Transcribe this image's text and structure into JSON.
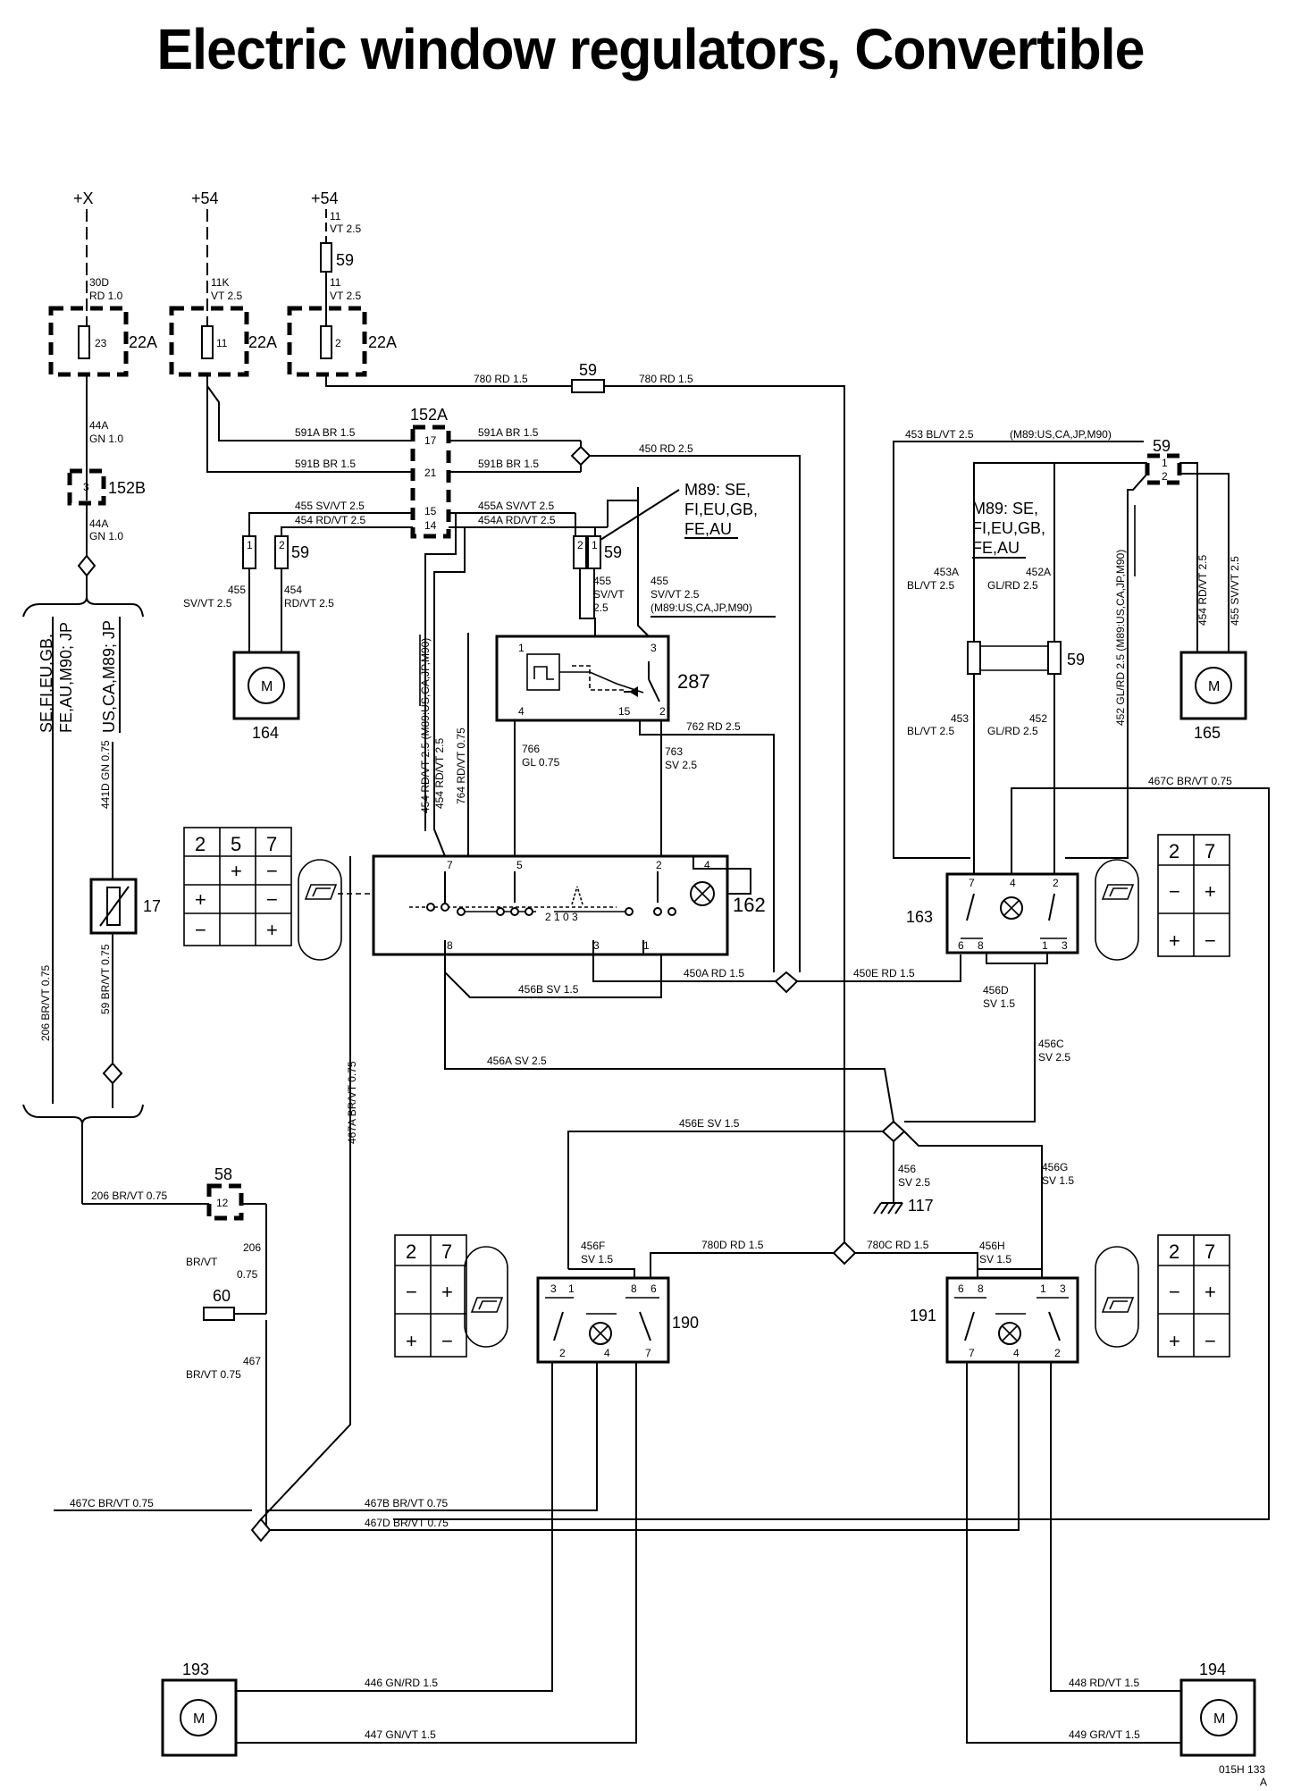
{
  "title": "Electric window regulators, Convertible",
  "supplies": {
    "x": "+X",
    "s54a": "+54",
    "s54b": "+54"
  },
  "fuses": {
    "f23": {
      "num": "23",
      "ref": "22A",
      "in": "30D",
      "in_spec": "RD 1.0"
    },
    "f11": {
      "num": "11",
      "ref": "22A",
      "in": "11K",
      "in_spec": "VT 2.5"
    },
    "f2": {
      "num": "2",
      "ref": "22A",
      "in": "11",
      "in_spec": "VT 2.5",
      "top": "11",
      "top_spec": "VT 2.5"
    }
  },
  "connectors": {
    "c59": "59",
    "c152a": "152A",
    "c152b": "152B",
    "c152b_pin": "3",
    "c58": "58",
    "c58_pin": "12",
    "c60": "60"
  },
  "components": {
    "m164": "164",
    "m165": "165",
    "m193": "193",
    "m194": "194",
    "sw17": "17",
    "sw162": "162",
    "sw163": "163",
    "sw190": "190",
    "sw191": "191",
    "relay287": "287",
    "ground117": "117"
  },
  "motor_label": "M",
  "wires": {
    "w44a": "44A",
    "w44a_spec": "GN 1.0",
    "w44a2": "44A",
    "w44a2_spec": "GN 1.0",
    "w780": "780 RD 1.5",
    "w780b": "780 RD 1.5",
    "w591a": "591A BR 1.5",
    "w591a2": "591A BR 1.5",
    "w591b": "591B BR 1.5",
    "w591b2": "591B BR 1.5",
    "w450": "450 RD 2.5",
    "w455": "455 SV/VT 2.5",
    "w454": "454 RD/VT 2.5",
    "w455a": "455A SV/VT 2.5",
    "w454a": "454A RD/VT 2.5",
    "w455l": "455",
    "w455l_spec": "SV/VT 2.5",
    "w454l": "454",
    "w454l_spec": "RD/VT 2.5",
    "w455r": "455",
    "w455r_spec": "SV/VT",
    "w455r_spec2": "2.5",
    "w455m": "455",
    "w455m_spec": "SV/VT 2.5",
    "w455m_mkt": "(M89:US,CA,JP,M90)",
    "w453": "453 BL/VT 2.5",
    "w453_mkt": "(M89:US,CA,JP,M90)",
    "w453a": "453A",
    "w453a_spec": "BL/VT 2.5",
    "w452a": "452A",
    "w452a_spec": "GL/RD 2.5",
    "w453b": "453",
    "w453b_spec": "BL/VT 2.5",
    "w452b": "452",
    "w452b_spec": "GL/RD 2.5",
    "w452v": "452 GL/RD 2.5 (M89:US,CA,JP,M90)",
    "w454v": "454 RD/VT 2.5",
    "w455v": "455 SV/VT 2.5",
    "w454vl": "454 RD/VT 2.5 (M89:US,CA,JP,M90)",
    "w454vl2": "454 RD/VT 2.5",
    "w764": "764 RD/VT 0.75",
    "w766": "766",
    "w766_spec": "GL 0.75",
    "w762": "762 RD 2.5",
    "w763": "763",
    "w763_spec": "SV 2.5",
    "w467c_top": "467C BR/VT 0.75",
    "w450a": "450A RD 1.5",
    "w450e": "450E RD 1.5",
    "w456b": "456B SV 1.5",
    "w456d": "456D",
    "w456d_spec": "SV 1.5",
    "w456c": "456C",
    "w456c_spec": "SV 2.5",
    "w456a": "456A SV 2.5",
    "w456e": "456E SV 1.5",
    "w456": "456",
    "w456_spec": "SV 2.5",
    "w456g": "456G",
    "w456g_spec": "SV 1.5",
    "w456f": "456F",
    "w456f_spec": "SV 1.5",
    "w456h": "456H",
    "w456h_spec": "SV 1.5",
    "w780d": "780D RD 1.5",
    "w780c": "780C RD 1.5",
    "w441d": "441D GN 0.75",
    "w206v": "206 BR/VT 0.75",
    "w59v": "59 BR/VT 0.75",
    "w467a": "467A BR/VT 0.75",
    "w206h": "206 BR/VT 0.75",
    "w206l": "206",
    "w206l_spec": "BR/VT",
    "w206l_spec2": "0.75",
    "w467l": "467",
    "w467l_spec": "BR/VT 0.75",
    "w467c": "467C BR/VT 0.75",
    "w467b": "467B BR/VT 0.75",
    "w467d": "467D BR/VT 0.75",
    "w446": "446 GN/RD 1.5",
    "w447": "447 GN/VT 1.5",
    "w448": "448 RD/VT 1.5",
    "w449": "449 GR/VT 1.5"
  },
  "market_notes": {
    "m89a": [
      "M89: SE,",
      "FI,EU,GB,",
      "FE,AU"
    ],
    "m89b": [
      "M89: SE,",
      "FI,EU,GB,",
      "FE,AU"
    ],
    "left_variant": [
      "SE,FI,EU,GB,",
      "FE,AU,M90; JP"
    ],
    "right_variant": "US,CA,M89; JP"
  },
  "switch_tables": {
    "sw17": {
      "head": [
        "2",
        "5",
        "7"
      ],
      "rows": [
        [
          "",
          "+",
          "−"
        ],
        [
          "+",
          "",
          "−"
        ],
        [
          "−",
          "",
          "+"
        ]
      ]
    },
    "sw163": {
      "head": [
        "2",
        "7"
      ],
      "rows": [
        [
          "−",
          "+"
        ],
        [
          "+",
          "−"
        ]
      ]
    },
    "sw190": {
      "head": [
        "2",
        "7"
      ],
      "rows": [
        [
          "−",
          "+"
        ],
        [
          "+",
          "−"
        ]
      ]
    },
    "sw191": {
      "head": [
        "2",
        "7"
      ],
      "rows": [
        [
          "−",
          "+"
        ],
        [
          "+",
          "−"
        ]
      ]
    }
  },
  "switch_pins": {
    "sw162": {
      "p7": "7",
      "p5": "5",
      "p2": "2",
      "p4": "4",
      "p8": "8",
      "p3": "3",
      "p1": "1",
      "pos": "2 1 0 3"
    },
    "sw163": {
      "p7": "7",
      "p4": "4",
      "p2": "2",
      "p6": "6",
      "p8": "8",
      "p1": "1",
      "p3": "3"
    },
    "sw190": {
      "p3": "3",
      "p1": "1",
      "p8": "8",
      "p6": "6",
      "p2": "2",
      "p4": "4",
      "p7": "7"
    },
    "sw191": {
      "p6": "6",
      "p8": "8",
      "p1": "1",
      "p3": "3",
      "p7": "7",
      "p4": "4",
      "p2": "2"
    },
    "relay287": {
      "p1": "1",
      "p3": "3",
      "p4": "4",
      "p15": "15",
      "p2": "2"
    }
  },
  "connector_pins": {
    "c152a": {
      "p17": "17",
      "p21": "21",
      "p15": "15",
      "p14": "14"
    },
    "c59left": {
      "p1": "1",
      "p2": "2"
    },
    "c59mid": {
      "p2": "2",
      "p1": "1"
    },
    "c59right": {
      "p1": "1",
      "p2": "2"
    },
    "c59top": {
      "p1": "1",
      "p2": "2"
    }
  },
  "footer": {
    "code": "015H 133",
    "sub": "A"
  }
}
